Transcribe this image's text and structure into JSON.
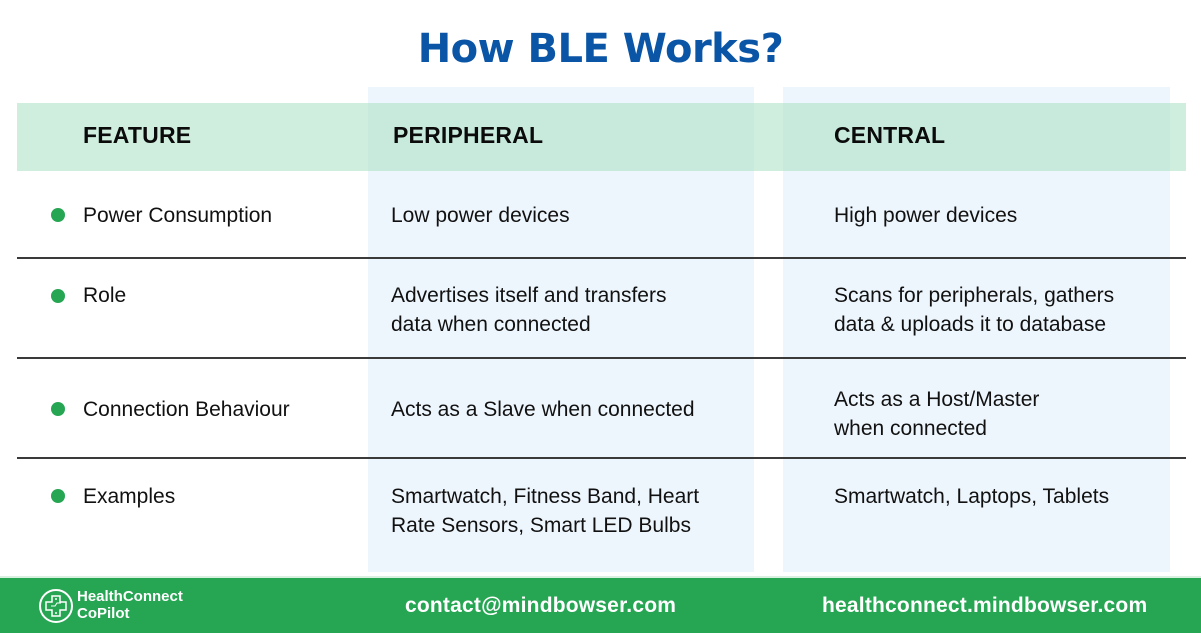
{
  "title": "How BLE Works?",
  "colors": {
    "title": "#0a55a5",
    "header_band": "#c3e7d9",
    "column_bg": "#eef6fd",
    "bullet": "#26a653",
    "footer": "#26a653"
  },
  "table": {
    "headers": [
      "FEATURE",
      "PERIPHERAL",
      "CENTRAL"
    ],
    "rows": [
      {
        "feature": "Power Consumption",
        "peripheral": [
          "Low power devices"
        ],
        "central": [
          "High power devices"
        ]
      },
      {
        "feature": "Role",
        "peripheral": [
          "Advertises itself and transfers",
          "data when connected"
        ],
        "central": [
          "Scans for peripherals, gathers",
          "data & uploads it to database"
        ]
      },
      {
        "feature": "Connection Behaviour",
        "peripheral": [
          "Acts as a Slave when connected"
        ],
        "central": [
          "Acts as a Host/Master",
          "when connected"
        ]
      },
      {
        "feature": "Examples",
        "peripheral": [
          "Smartwatch, Fitness Band, Heart",
          "Rate Sensors, Smart LED Bulbs"
        ],
        "central": [
          "Smartwatch, Laptops, Tablets"
        ]
      }
    ]
  },
  "footer": {
    "logo_icon": "medical-cross-circuit-icon",
    "brand_line1": "HealthConnect",
    "brand_line2": "CoPilot",
    "email": "contact@mindbowser.com",
    "website": "healthconnect.mindbowser.com"
  }
}
